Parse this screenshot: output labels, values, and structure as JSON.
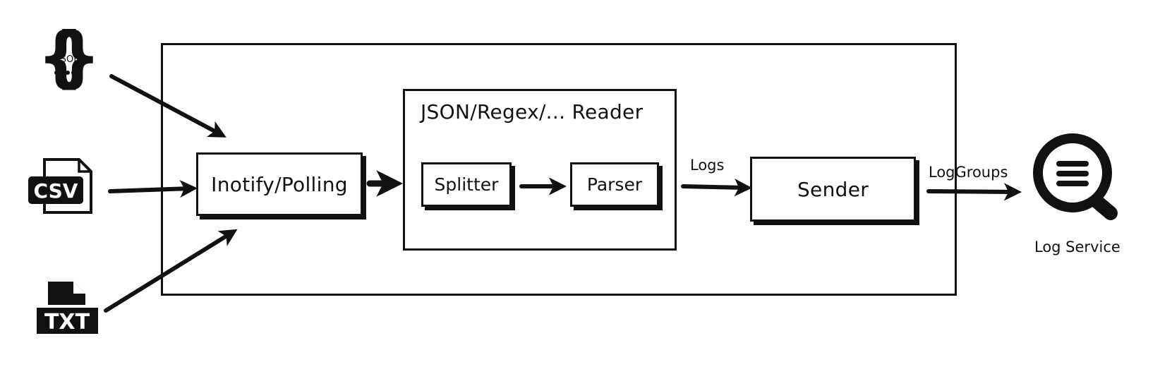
{
  "diagram": {
    "sources": {
      "json_label": "JSON",
      "csv_label": "CSV",
      "txt_label": "TXT"
    },
    "inotify_box": "Inotify/Polling",
    "reader_group": {
      "title": "JSON/Regex/... Reader",
      "splitter": "Splitter",
      "parser": "Parser"
    },
    "logs_label": "Logs",
    "sender_box": "Sender",
    "loggroups_label": "LogGroups",
    "log_service_label": "Log Service"
  }
}
